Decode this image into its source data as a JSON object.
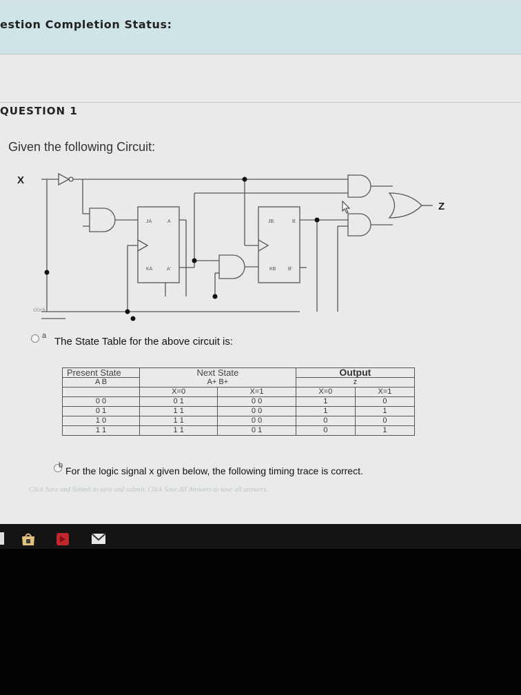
{
  "header": {
    "title": "estion Completion Status:"
  },
  "question": {
    "heading": "QUESTION 1",
    "text": "Given the following Circuit:"
  },
  "circuit": {
    "labels": {
      "input": "X",
      "output": "Z",
      "clock": "clock",
      "ff1_j": "JA",
      "ff1_q": "A",
      "ff1_k": "KA",
      "ff1_qn": "A'",
      "ff2_j": "JB",
      "ff2_q": "B",
      "ff2_k": "KB",
      "ff2_qn": "B'"
    }
  },
  "options": [
    {
      "letter": "a",
      "text": "The State Table for the above circuit is:"
    },
    {
      "letter": "b",
      "text": "For the logic signal x given below, the following timing trace is correct."
    }
  ],
  "state_table": {
    "present_header": "Present State",
    "present_sub": "A B",
    "next_header": "Next State",
    "next_sub": "A+ B+",
    "output_header": "Output",
    "output_sub": "z",
    "col_x0": "X=0",
    "col_x1": "X=1",
    "rows": [
      {
        "present": "0 0",
        "next_x0": "0 1",
        "next_x1": "0 0",
        "out_x0": "1",
        "out_x1": "0"
      },
      {
        "present": "0 1",
        "next_x0": "1 1",
        "next_x1": "0 0",
        "out_x0": "1",
        "out_x1": "1"
      },
      {
        "present": "1 0",
        "next_x0": "1 1",
        "next_x1": "0 0",
        "out_x0": "0",
        "out_x1": "0"
      },
      {
        "present": "1 1",
        "next_x0": "1 1",
        "next_x1": "0 1",
        "out_x0": "0",
        "out_x1": "1"
      }
    ]
  },
  "footer": {
    "note": "Click Save and Submit to save and submit. Click Save All Answers to save all answers."
  },
  "taskbar": {
    "icons": [
      "store-icon",
      "app-icon",
      "mail-icon"
    ]
  },
  "colors": {
    "top_band": "#cfe4e6",
    "page_bg": "#e9ebe9",
    "taskbar": "#141414"
  }
}
